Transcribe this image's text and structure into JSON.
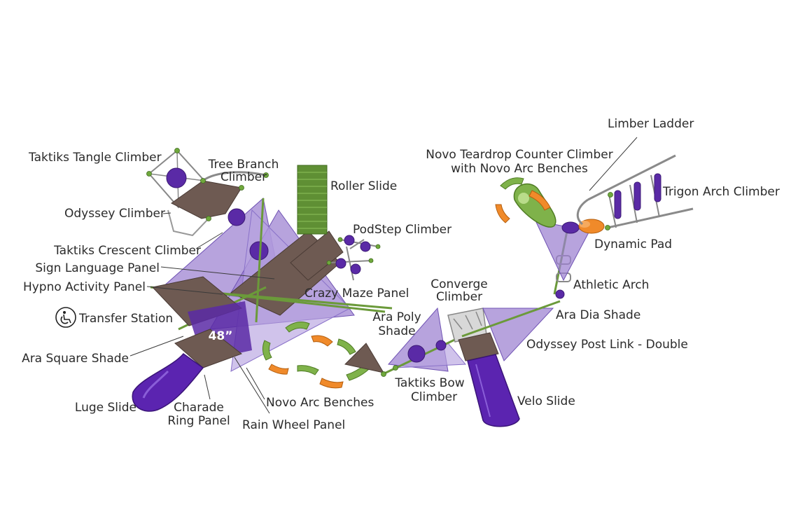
{
  "badge": "48”",
  "labels": {
    "taktiks_tangle": "Taktiks Tangle Climber",
    "tree_branch_1": "Tree Branch",
    "tree_branch_2": "Climber",
    "roller_slide": "Roller Slide",
    "odyssey_climber": "Odyssey Climber",
    "podstep": "PodStep Climber",
    "taktiks_crescent": "Taktiks Crescent Climber",
    "sign_language": "Sign Language Panel",
    "hypno": "Hypno Activity Panel",
    "crazy_maze": "Crazy Maze Panel",
    "transfer_station": "Transfer Station",
    "ara_square": "Ara Square Shade",
    "luge_slide": "Luge Slide",
    "charade_1": "Charade",
    "charade_2": "Ring Panel",
    "rain_wheel": "Rain Wheel Panel",
    "novo_arc_benches": "Novo Arc Benches",
    "ara_poly_1": "Ara Poly",
    "ara_poly_2": "Shade",
    "converge_1": "Converge",
    "converge_2": "Climber",
    "taktiks_bow_1": "Taktiks Bow",
    "taktiks_bow_2": "Climber",
    "velo_slide": "Velo Slide",
    "limber_ladder": "Limber Ladder",
    "novo_teardrop_1": "Novo Teardrop Counter Climber",
    "novo_teardrop_2": "with Novo Arc Benches",
    "trigon_arch": "Trigon Arch Climber",
    "dynamic_pad": "Dynamic Pad",
    "athletic_arch": "Athletic Arch",
    "ara_dia_shade": "Ara Dia Shade",
    "odyssey_post_link": "Odyssey Post Link - Double"
  },
  "colors": {
    "deck": "#6e5a52",
    "shade": "#9b7fd0",
    "accent_purple": "#5a2aa6",
    "post_green": "#6fa83c",
    "bench_orange": "#f08a2a",
    "label_text": "#2b2b2b"
  },
  "icons": {
    "transfer_station": "wheelchair-accessibility-icon"
  }
}
